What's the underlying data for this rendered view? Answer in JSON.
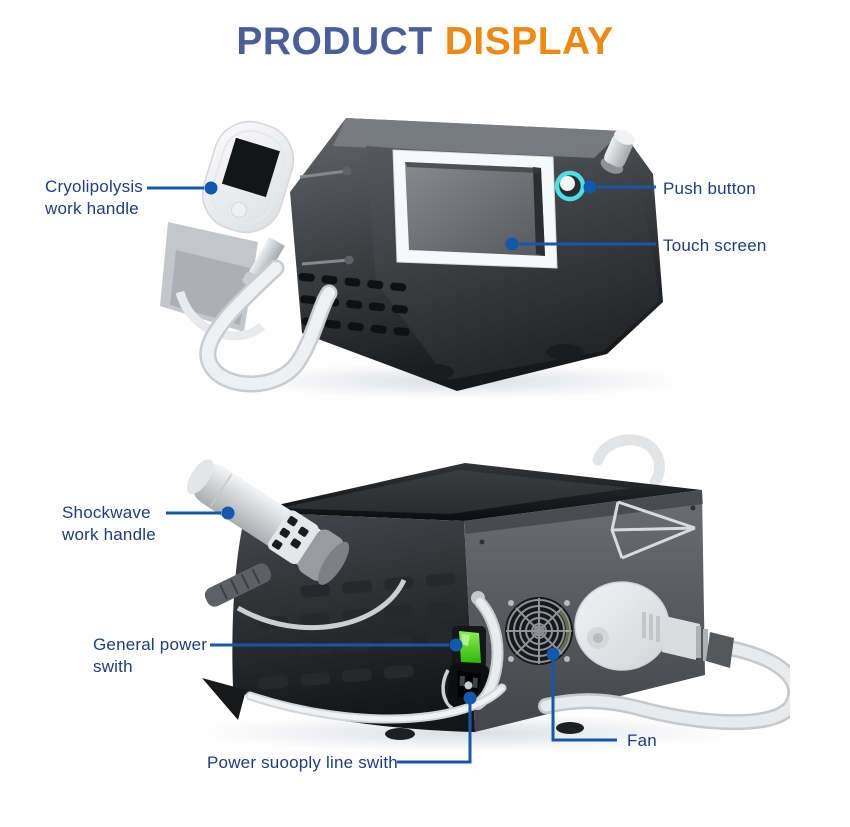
{
  "title": {
    "word_blue": "PRODUCT",
    "word_orange": "DISPLAY"
  },
  "front_view": {
    "callouts": {
      "cryo_handle": {
        "line1": "Cryolipolysis",
        "line2": "work handle"
      },
      "push_button": {
        "label": "Push button"
      },
      "touch_screen": {
        "label": "Touch screen"
      }
    }
  },
  "back_view": {
    "callouts": {
      "shockwave_handle": {
        "line1": "Shockwave",
        "line2": "work handle"
      },
      "general_power_switch": {
        "line1": "General power",
        "line2": "swith"
      },
      "power_supply_line": {
        "label": "Power suooply line swith"
      },
      "fan": {
        "label": "Fan"
      }
    }
  },
  "colors": {
    "title_blue": "#4a5f9a",
    "title_orange": "#ef8912",
    "label_navy": "#1e3c80",
    "leader_blue": "#1258ad",
    "switch_green": "#3fd41c",
    "button_ring_cyan": "#4ddfe6"
  }
}
